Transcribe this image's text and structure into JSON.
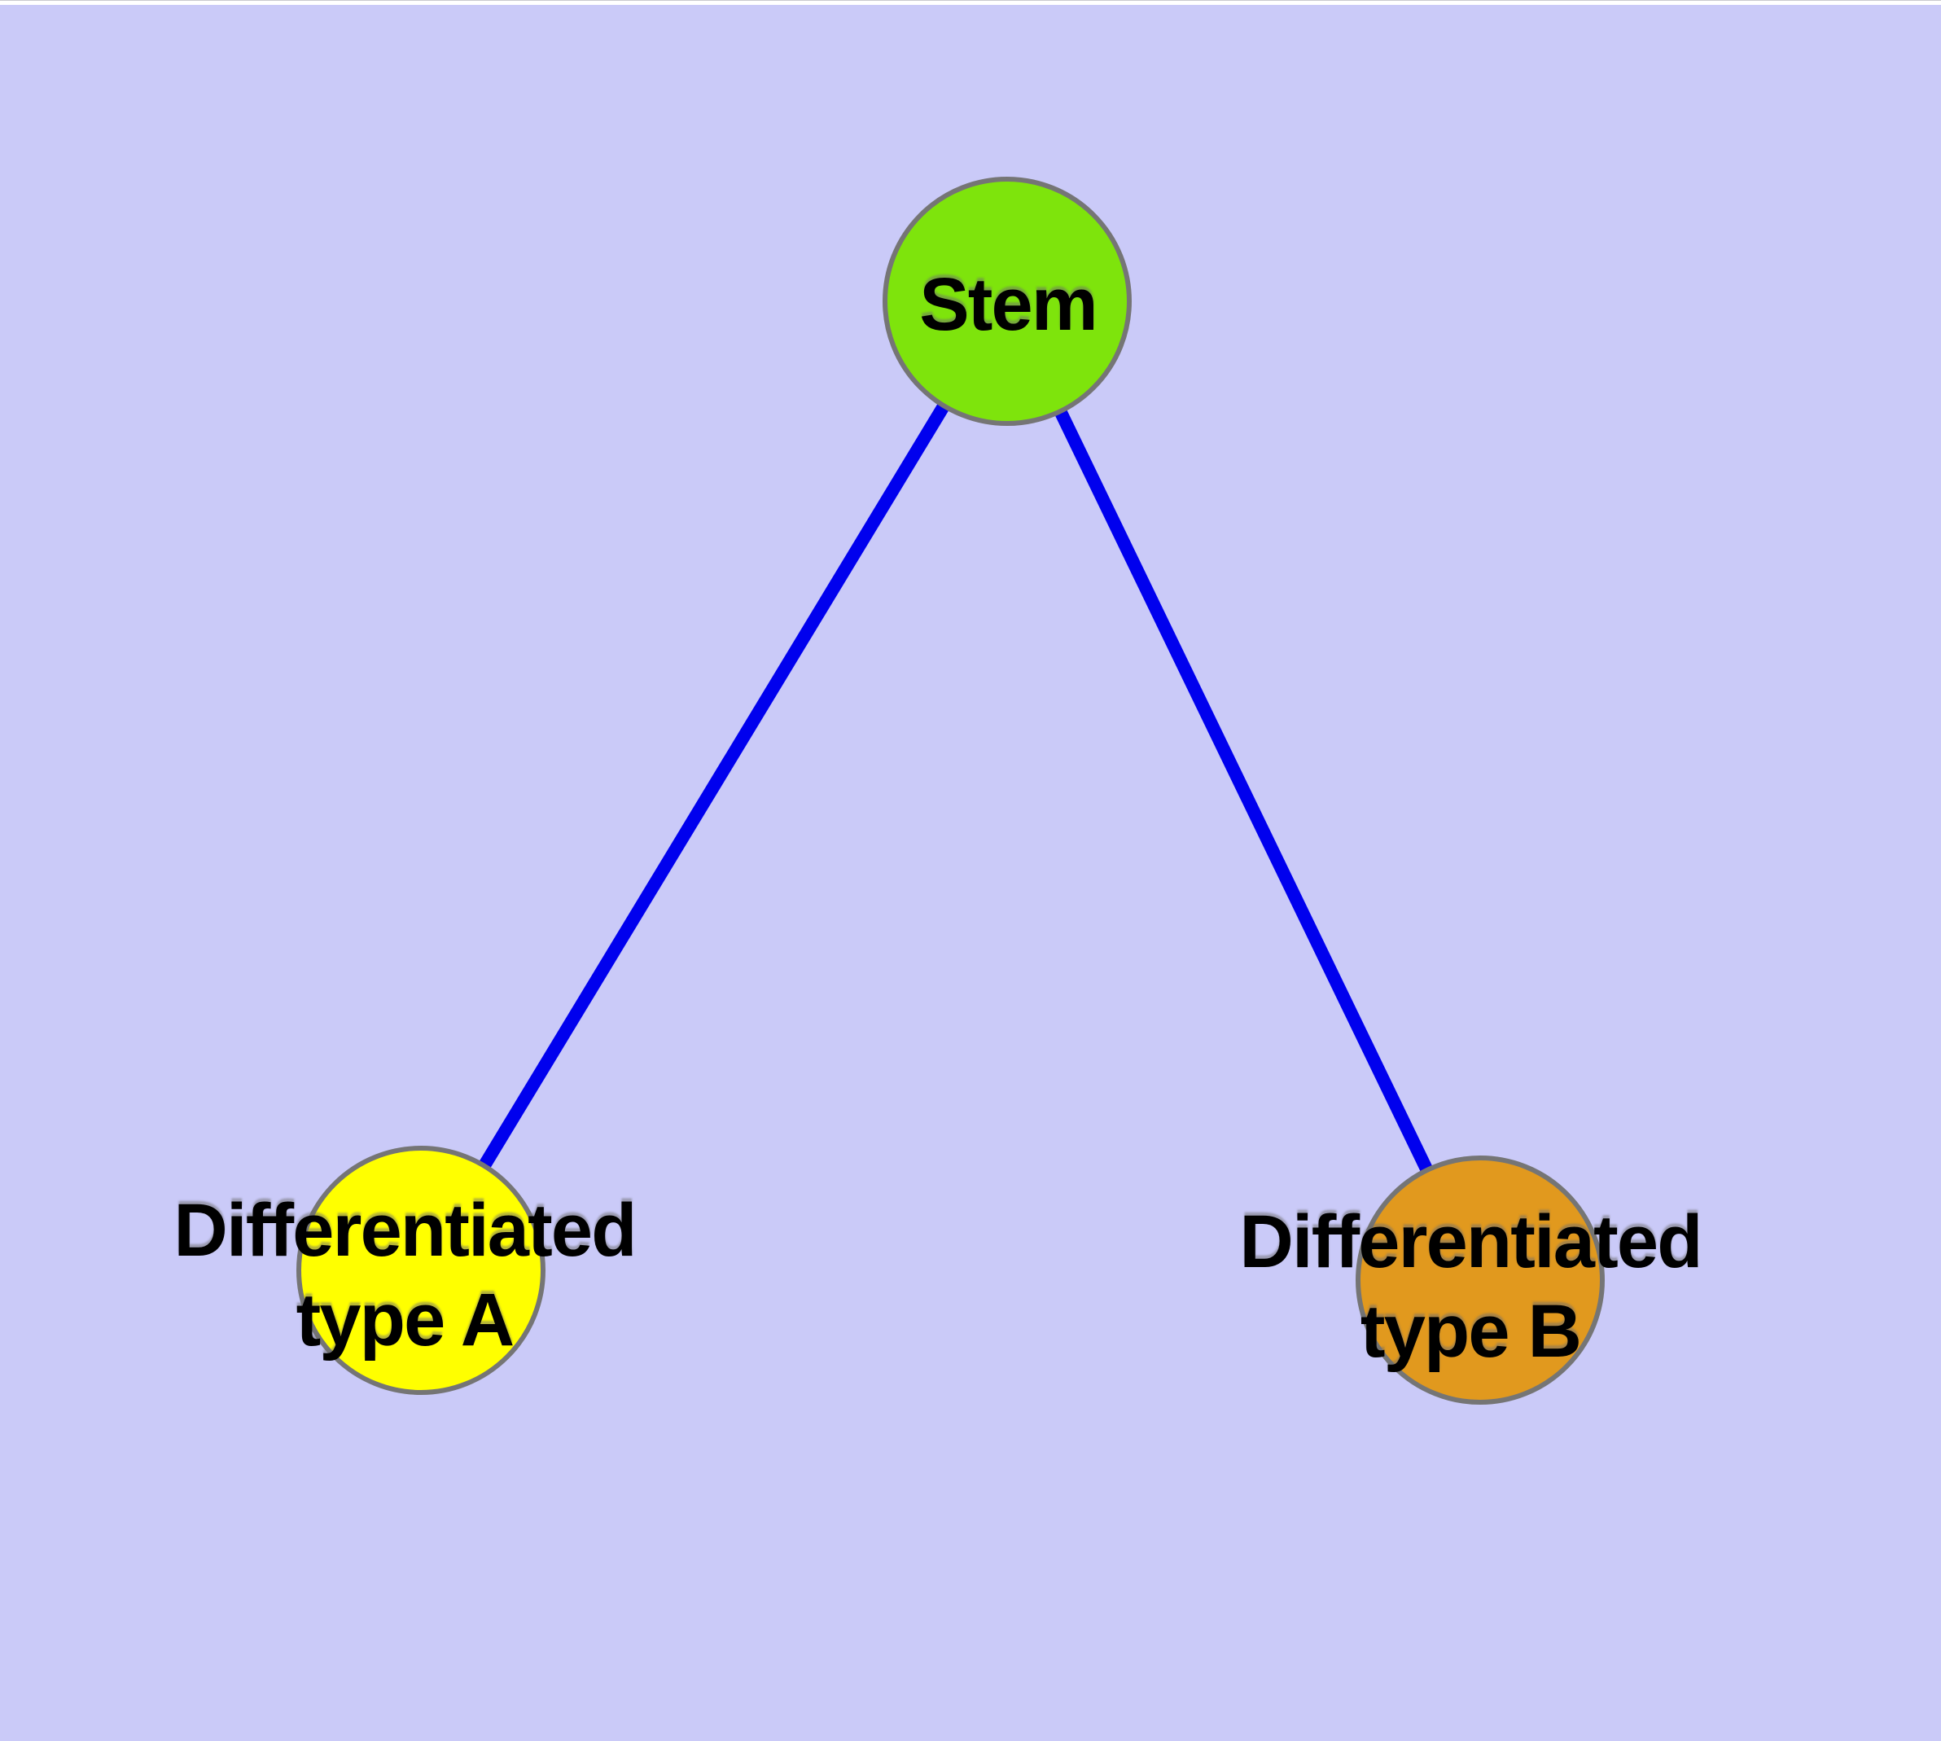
{
  "diagram": {
    "background_color": "#cacaf8",
    "frame_top_color": "#ffffff",
    "edge_color": "#0000ee",
    "node_border_color": "#757575",
    "label_color": "#000000",
    "nodes": {
      "stem": {
        "label": "Stem",
        "fill": "#7ee40c"
      },
      "type_a": {
        "label_line1": "Differentiated",
        "label_line2": "type A",
        "fill": "#ffff00"
      },
      "type_b": {
        "label_line1": "Differentiated",
        "label_line2": "type B",
        "fill": "#e1991e"
      }
    },
    "edges": [
      {
        "from": "Stem",
        "to": "Differentiated type A"
      },
      {
        "from": "Stem",
        "to": "Differentiated type B"
      }
    ]
  }
}
